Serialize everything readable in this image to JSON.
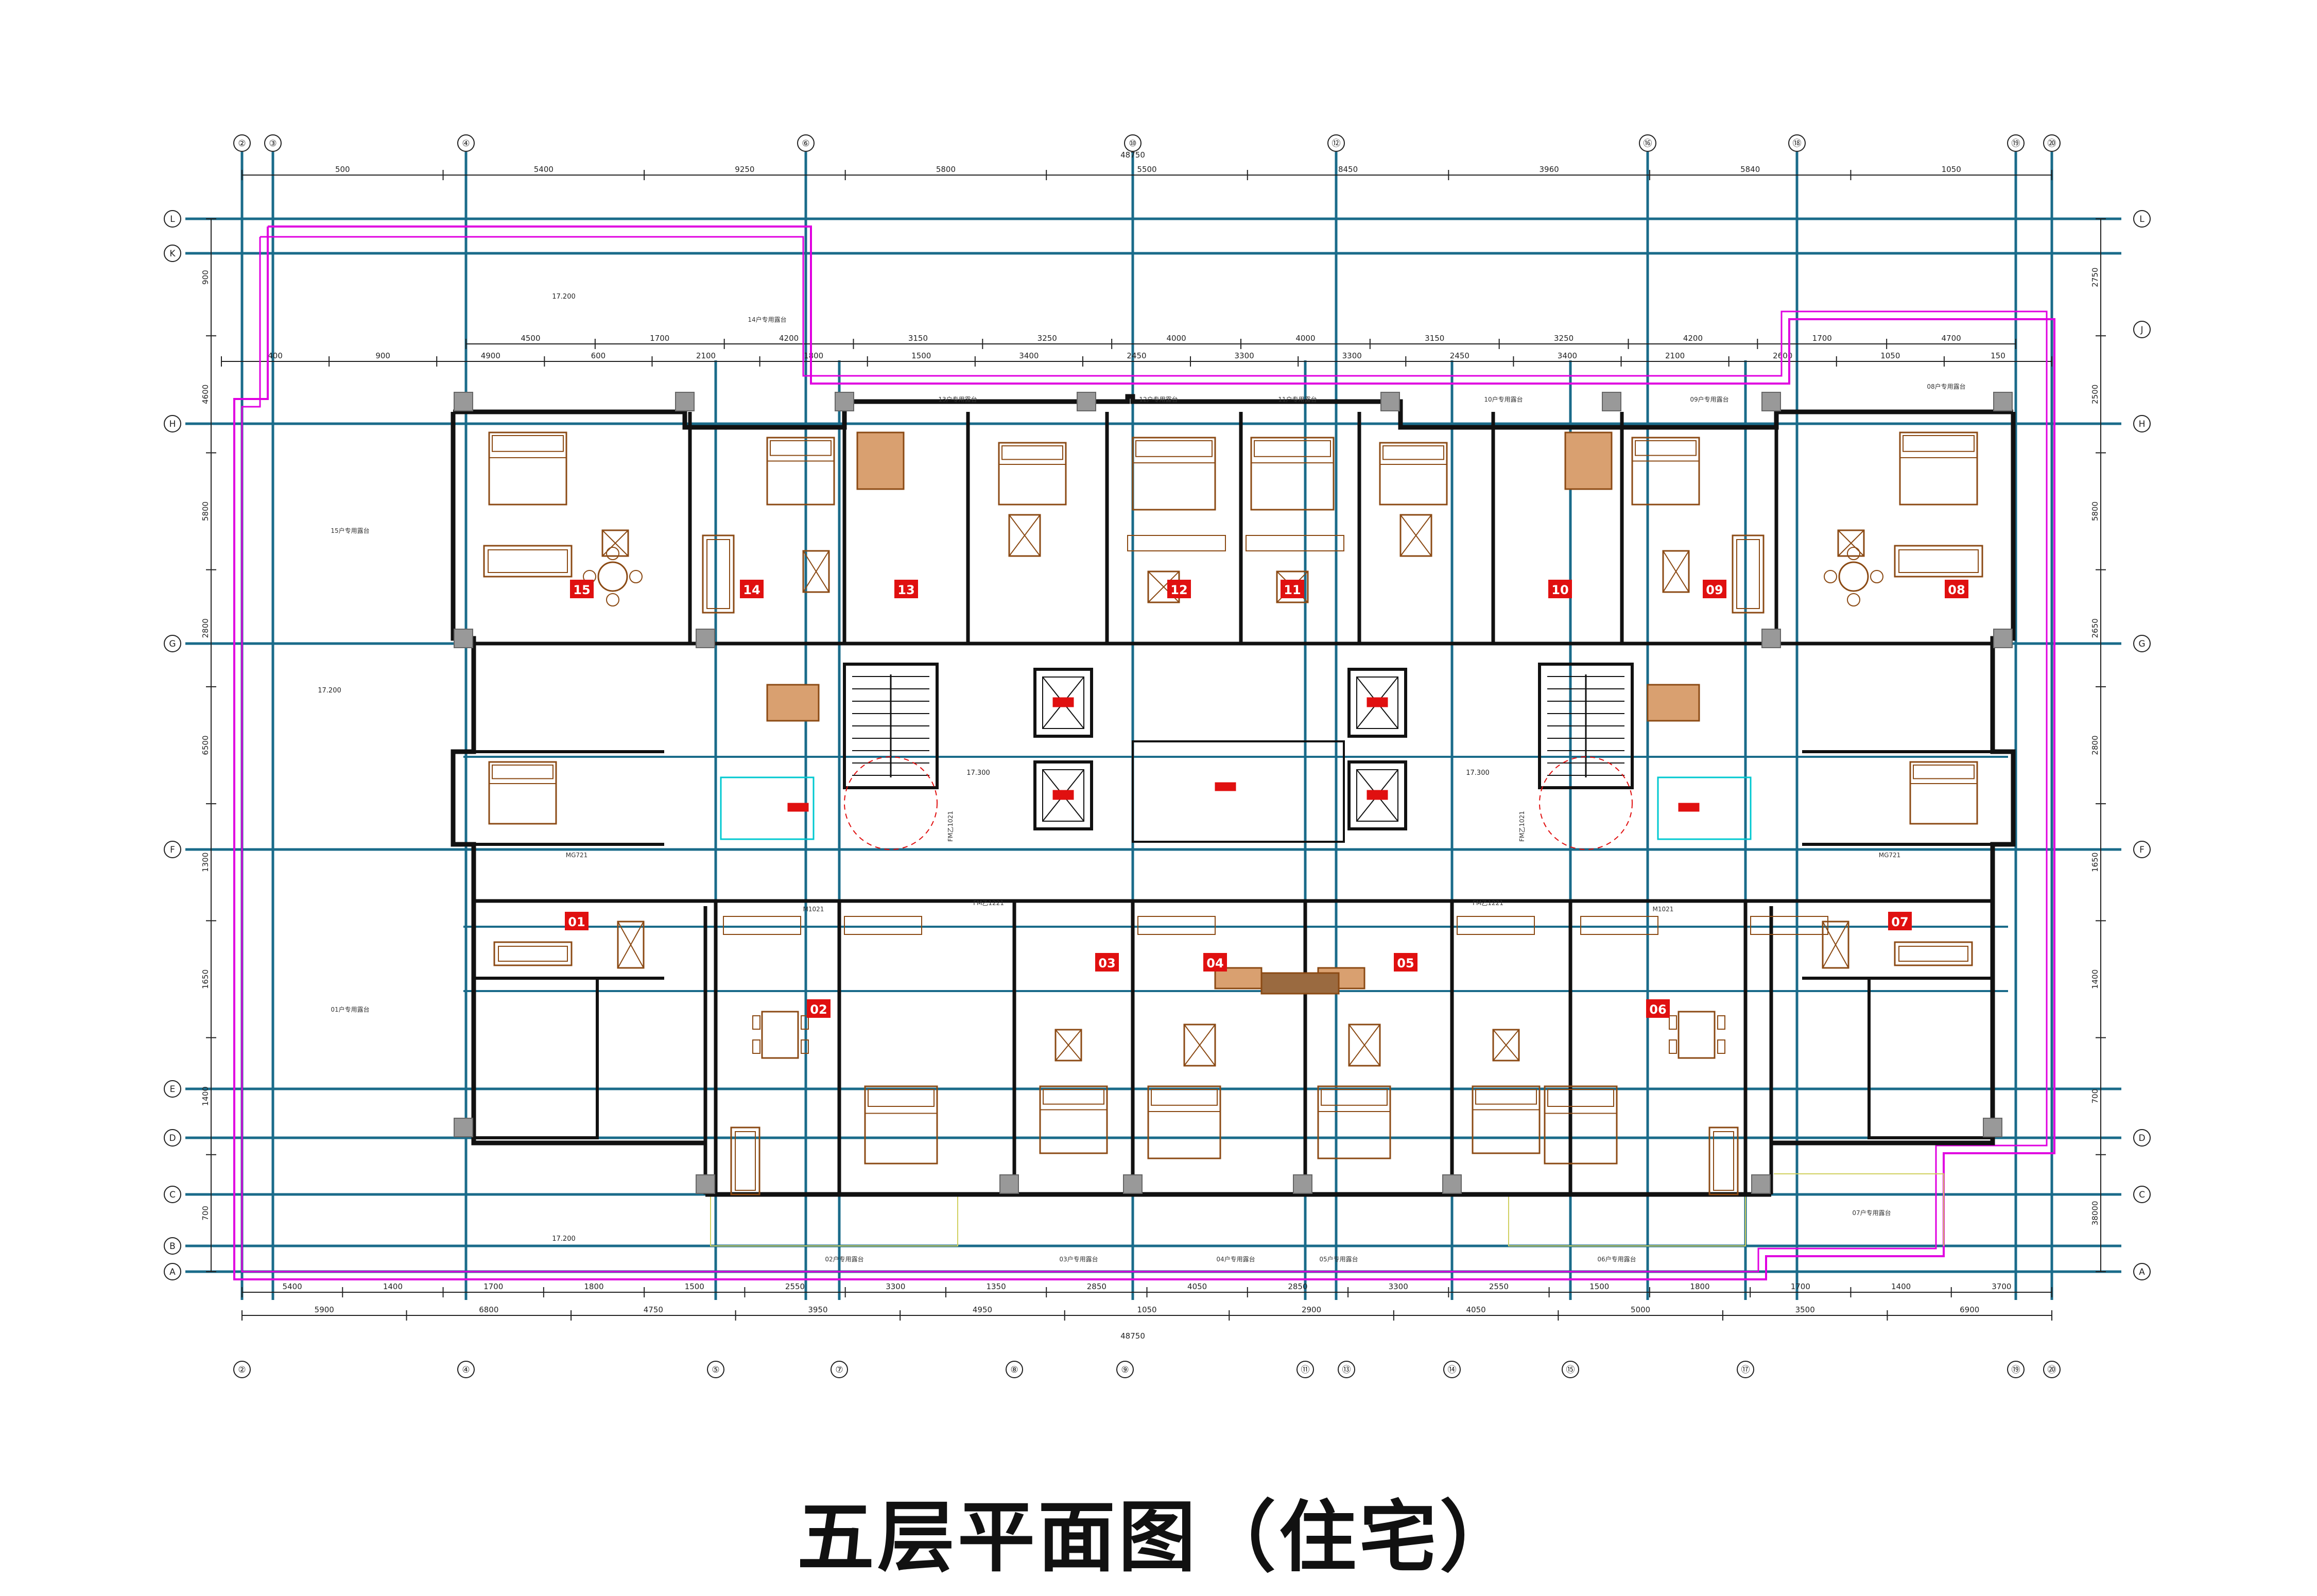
{
  "title": "五层平面图（住宅）",
  "colors": {
    "grid": "#1a6b8a",
    "wall": "#111111",
    "furniture": "#8b4a14",
    "terrace": "#e000e0",
    "tag": "#e01010",
    "cyan": "#00c8d0",
    "column": "#999999"
  },
  "axes": {
    "top": [
      "②",
      "③",
      "④",
      "⑥",
      "⑩",
      "⑫",
      "⑯",
      "⑱",
      "⑲",
      "⑳"
    ],
    "bottom": [
      "②",
      "④",
      "⑤",
      "⑦",
      "⑧",
      "⑨",
      "⑪",
      "⑬",
      "⑭",
      "⑮",
      "⑰",
      "⑲",
      "⑳"
    ],
    "left": [
      "L",
      "K",
      "H",
      "G",
      "F",
      "E",
      "D",
      "C",
      "B",
      "A"
    ],
    "right": [
      "L",
      "J",
      "H",
      "G",
      "F",
      "D",
      "C",
      "A"
    ]
  },
  "dimensions": {
    "total": "48750",
    "top_row1": [
      "500",
      "5400",
      "9250",
      "5800",
      "5500",
      "8450",
      "3960",
      "5840",
      "1050"
    ],
    "top_row2": [
      "4500",
      "1700",
      "4200",
      "3150",
      "3250",
      "4000",
      "4000",
      "3150",
      "3250",
      "4200",
      "1700",
      "4700"
    ],
    "top_row3": [
      "400",
      "900",
      "4900",
      "600",
      "2100",
      "1800",
      "1500",
      "3400",
      "2450",
      "3300",
      "3300",
      "2450",
      "3400",
      "2100",
      "2600",
      "1050",
      "150"
    ],
    "bottom_row1": [
      "5400",
      "1400",
      "1700",
      "1800",
      "1500",
      "2550",
      "3300",
      "1350",
      "2850",
      "4050",
      "2850",
      "3300",
      "2550",
      "1500",
      "1800",
      "1700",
      "1400",
      "3700"
    ],
    "bottom_row2": [
      "5900",
      "6800",
      "4750",
      "3950",
      "4950",
      "1050",
      "2900",
      "4050",
      "5000",
      "3500",
      "6900"
    ],
    "left": [
      "900",
      "4600",
      "5800",
      "2800",
      "6500",
      "1300",
      "1650",
      "1400",
      "700"
    ],
    "right": [
      "2750",
      "2500",
      "5800",
      "2650",
      "2800",
      "1650",
      "1400",
      "700",
      "38000"
    ]
  },
  "units": [
    "15",
    "14",
    "13",
    "12",
    "11",
    "10",
    "09",
    "08",
    "01",
    "02",
    "03",
    "04",
    "05",
    "06",
    "07"
  ],
  "labels": {
    "elev_1": "17.200",
    "elev_2": "17.200",
    "elev_3": "17.300",
    "elev_4": "17.300",
    "elev_5": "17.200",
    "terrace_14": "14户专用露台",
    "terrace_15": "15户专用露台",
    "terrace_01": "01户专用露台",
    "terrace_02": "02户专用露台",
    "terrace_03": "03户专用露台",
    "terrace_04": "04户专用露台",
    "terrace_05": "05户专用露台",
    "terrace_06": "06户专用露台",
    "terrace_07": "07户专用露台",
    "terrace_08": "08户专用露台",
    "terrace_09": "09户专用露台",
    "terrace_10": "10户专用露台",
    "terrace_11": "11户专用露台",
    "terrace_12": "12户专用露台",
    "terrace_13": "13户专用露台",
    "door_1": "FM乙1221",
    "door_2": "FM乙1221",
    "door_3": "FM乙1021",
    "door_4": "FM乙1021",
    "door_5": "M1021",
    "door_6": "M1021",
    "door_7": "MG721",
    "door_8": "MG721"
  }
}
